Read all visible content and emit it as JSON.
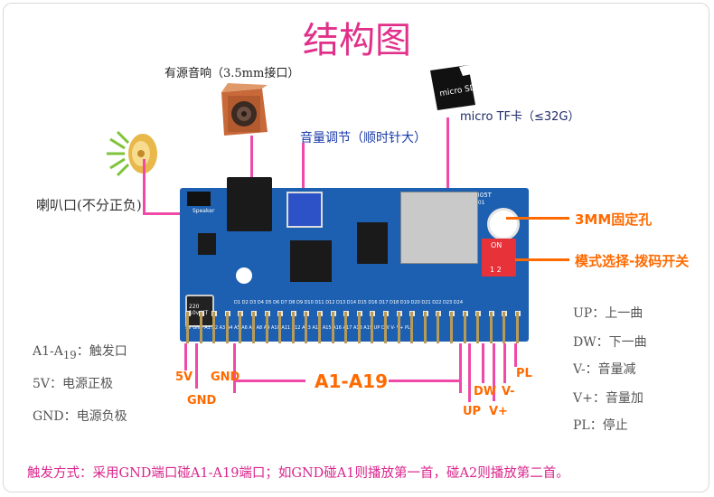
{
  "title": "结构图",
  "callouts": {
    "speaker": "有源音响（3.5mm接口）",
    "microsd": "micro TF卡（≤32G）",
    "volume": "音量调节（顺时针大）",
    "horn": "喇叭口(不分正负)",
    "hole": "3MM固定孔",
    "mode": "模式选择-拨码开关"
  },
  "pins": {
    "v5": "5V",
    "gnd1": "GND",
    "gnd2": "GND",
    "a_range": "A1-A19",
    "up": "UP",
    "dw": "DW",
    "vplus": "V+",
    "vminus": "V-",
    "pl": "PL"
  },
  "legend_left": [
    {
      "text": "A1-A",
      "sub": "19",
      "rest": "：触发口"
    },
    {
      "text": "5V：电源正极"
    },
    {
      "text": "GND：电源负极"
    }
  ],
  "legend_right": [
    {
      "text": "UP：上一曲"
    },
    {
      "text": "DW：下一曲"
    },
    {
      "text": "V-：音量减"
    },
    {
      "text": "V+：音量加"
    },
    {
      "text": "PL：停止"
    }
  ],
  "footer": "触发方式：采用GND端口碰A1-A19端口；如GND碰A1则播放第一首，碰A2则播放第二首。",
  "board": {
    "model": "YS-M305T",
    "version": "V1.01",
    "speaker_label": "Speaker",
    "switch_label": "ON",
    "switch_nums": "1  2",
    "cap_label": "220 10v UT",
    "pin_row": "5V GND A1 A2 A3 A4 A5 A6 A7 A8 A9 A10 A11 A12 A13 A14 A15 A16 A17 A18 A19 UP DW V- V+ PL",
    "led_row": "D1 D2 D3 D4 D5 D6 D7 D8 D9 D10 D11 D12 D13 D14 D15 D16 D17 D18 D19 D20 D21 D22 D23 D24"
  }
}
